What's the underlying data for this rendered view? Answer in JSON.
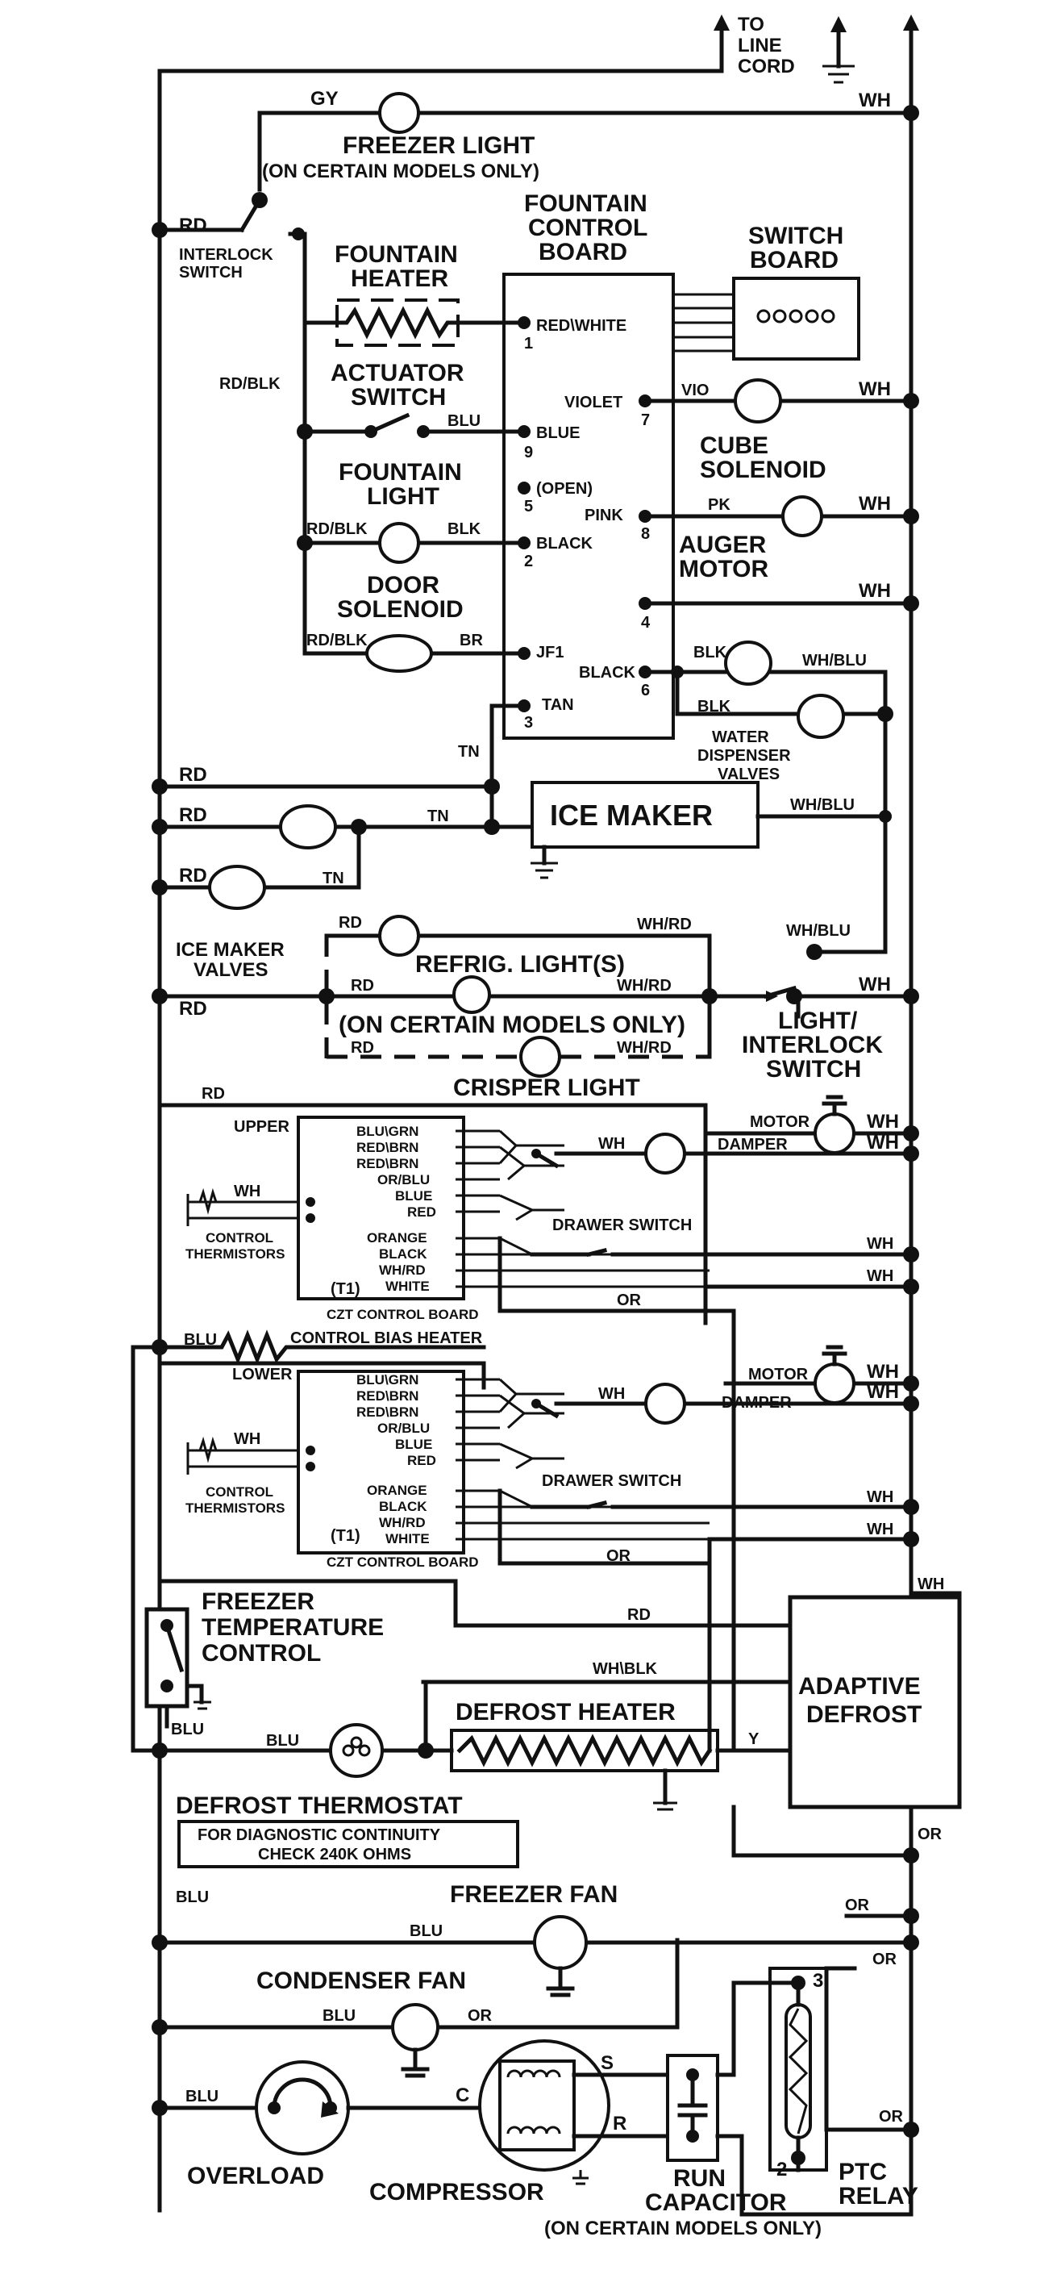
{
  "labels": {
    "to_line_cord": [
      "TO",
      "LINE",
      "CORD"
    ],
    "wh": "WH",
    "gy": "GY",
    "rd": "RD",
    "rd_blk": "RD/BLK",
    "blu": "BLU",
    "blk": "BLK",
    "br": "BR",
    "vio": "VIO",
    "pk": "PK",
    "tn": "TN",
    "wh_blu": "WH/BLU",
    "wh_rd": "WH/RD",
    "or": "OR",
    "wh_blk": "WH\\BLK",
    "y": "Y",
    "s": "S",
    "r": "R",
    "c": "C",
    "t1": "(T1)",
    "freezer_light": "FREEZER LIGHT",
    "certain_models_only": "(ON CERTAIN MODELS ONLY)",
    "interlock_switch": [
      "INTERLOCK",
      "SWITCH"
    ],
    "fountain_heater": [
      "FOUNTAIN",
      "HEATER"
    ],
    "actuator_switch": [
      "ACTUATOR",
      "SWITCH"
    ],
    "fountain_light": [
      "FOUNTAIN",
      "LIGHT"
    ],
    "door_solenoid": [
      "DOOR",
      "SOLENOID"
    ],
    "fountain_control_board": [
      "FOUNTAIN",
      "CONTROL",
      "BOARD"
    ],
    "switch_board": [
      "SWITCH",
      "BOARD"
    ],
    "cube_solenoid": [
      "CUBE",
      "SOLENOID"
    ],
    "auger_motor": [
      "AUGER",
      "MOTOR"
    ],
    "water_dispenser_valves": [
      "WATER",
      "DISPENSER",
      "VALVES"
    ],
    "ice_maker": "ICE MAKER",
    "ice_maker_valves": [
      "ICE MAKER",
      "VALVES"
    ],
    "refrig_lights": "REFRIG. LIGHT(S)",
    "certain_models_only_2": "(ON CERTAIN MODELS ONLY)",
    "crisper_light": "CRISPER LIGHT",
    "light_interlock_switch": [
      "LIGHT/",
      "INTERLOCK",
      "SWITCH"
    ],
    "upper": "UPPER",
    "lower": "LOWER",
    "control_thermistors": [
      "CONTROL",
      "THERMISTORS"
    ],
    "czt_control_board": "CZT CONTROL BOARD",
    "motor": "MOTOR",
    "damper": "DAMPER",
    "drawer_switch": "DRAWER SWITCH",
    "control_bias_heater": "CONTROL BIAS HEATER",
    "freezer_temperature_control": [
      "FREEZER",
      "TEMPERATURE",
      "CONTROL"
    ],
    "defrost_heater": "DEFROST HEATER",
    "adaptive_defrost": [
      "ADAPTIVE",
      "DEFROST"
    ],
    "defrost_thermostat": "DEFROST THERMOSTAT",
    "diagnostic": [
      "FOR DIAGNOSTIC CONTINUITY",
      "CHECK 240K OHMS"
    ],
    "freezer_fan": "FREEZER FAN",
    "condenser_fan": "CONDENSER FAN",
    "overload": "OVERLOAD",
    "compressor": "COMPRESSOR",
    "run_capacitor": [
      "RUN",
      "CAPACITOR"
    ],
    "ptc_relay": [
      "PTC",
      "RELAY"
    ],
    "certain_models_only_3": "(ON CERTAIN MODELS ONLY)",
    "ptc_pin_3": "3",
    "ptc_pin_2": "2"
  },
  "fountain_board_pins": [
    {
      "name": "RED\\WHITE",
      "num": "1"
    },
    {
      "name": "VIOLET",
      "num": "7"
    },
    {
      "name": "BLUE",
      "num": "9"
    },
    {
      "name": "(OPEN)",
      "num": "5"
    },
    {
      "name": "PINK",
      "num": "8"
    },
    {
      "name": "BLACK",
      "num": "2"
    },
    {
      "name": "",
      "num": "4"
    },
    {
      "name": "JF1",
      "num": ""
    },
    {
      "name": "BLACK",
      "num": "6"
    },
    {
      "name": "TAN",
      "num": "3"
    }
  ],
  "czt_pins_upper": [
    "BLU\\GRN",
    "RED\\BRN",
    "RED\\BRN",
    "OR/BLU",
    "BLUE",
    "RED",
    "ORANGE",
    "BLACK",
    "WH/RD",
    "WHITE"
  ],
  "czt_pins_lower": [
    "BLU\\GRN",
    "RED\\BRN",
    "RED\\BRN",
    "OR/BLU",
    "BLUE",
    "RED",
    "ORANGE",
    "BLACK",
    "WH/RD",
    "WHITE"
  ]
}
